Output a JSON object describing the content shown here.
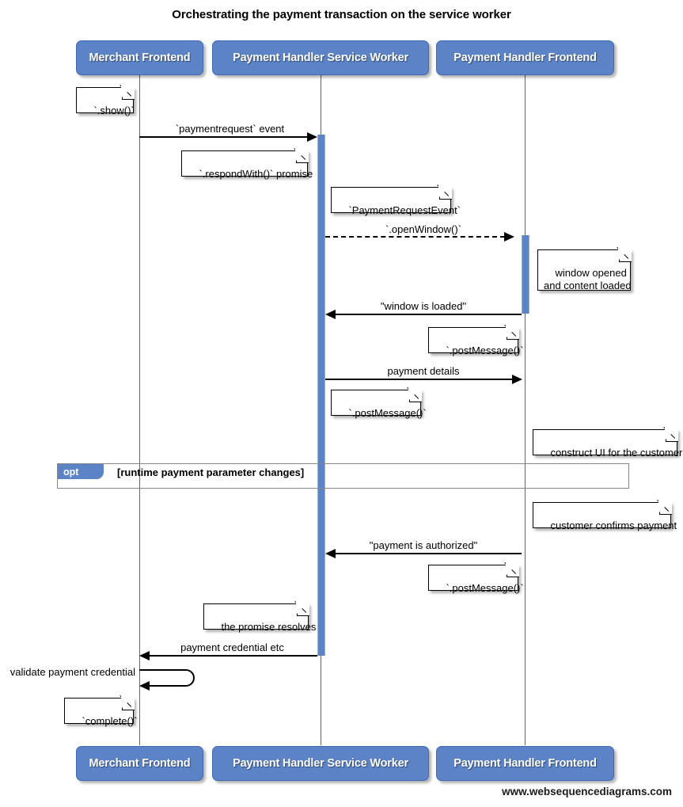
{
  "title": "Orchestrating the payment transaction on the service worker",
  "footer": "www.websequencediagrams.com",
  "actors": [
    {
      "id": "merchant",
      "label": "Merchant Frontend"
    },
    {
      "id": "sw",
      "label": "Payment Handler Service Worker"
    },
    {
      "id": "frontend",
      "label": "Payment Handler Frontend"
    }
  ],
  "messages": [
    {
      "id": "m1",
      "label": "`paymentrequest` event",
      "from": "merchant",
      "to": "sw",
      "style": "solid"
    },
    {
      "id": "m2",
      "label": "`.openWindow()`",
      "from": "sw",
      "to": "frontend",
      "style": "dashed"
    },
    {
      "id": "m3",
      "label": "\"window is loaded\"",
      "from": "frontend",
      "to": "sw",
      "style": "solid"
    },
    {
      "id": "m4",
      "label": "payment details",
      "from": "sw",
      "to": "frontend",
      "style": "solid"
    },
    {
      "id": "m5",
      "label": "\"payment is authorized\"",
      "from": "frontend",
      "to": "sw",
      "style": "solid"
    },
    {
      "id": "m6",
      "label": "payment credential etc",
      "from": "sw",
      "to": "merchant",
      "style": "solid"
    },
    {
      "id": "m7",
      "label": "validate payment credential",
      "from": "merchant",
      "to": "merchant",
      "style": "self"
    }
  ],
  "notes": [
    {
      "id": "n1",
      "text": "`.show()`"
    },
    {
      "id": "n2",
      "text": "`.respondWith()` promise"
    },
    {
      "id": "n3",
      "text": "`PaymentRequestEvent`"
    },
    {
      "id": "n4",
      "text": "window opened\nand content loaded"
    },
    {
      "id": "n5",
      "text": "`.postMessage()`"
    },
    {
      "id": "n6",
      "text": "`.postMessage()`"
    },
    {
      "id": "n7",
      "text": "construct UI for the customer"
    },
    {
      "id": "n8",
      "text": "customer confirms payment"
    },
    {
      "id": "n9",
      "text": "`.postMessage()`"
    },
    {
      "id": "n10",
      "text": "the promise resolves"
    },
    {
      "id": "n11",
      "text": "`complete()`"
    }
  ],
  "fragment": {
    "id": "opt1",
    "type": "opt",
    "condition": "[runtime payment parameter changes]"
  },
  "colors": {
    "actor_fill": "#5b83c6",
    "actor_border": "#3f69b3",
    "activation_fill": "#5b83c6",
    "lifeline": "#666666",
    "note_border": "#000000",
    "note_fill": "#ffffff",
    "text": "#000000",
    "fragment_border": "#888888"
  }
}
